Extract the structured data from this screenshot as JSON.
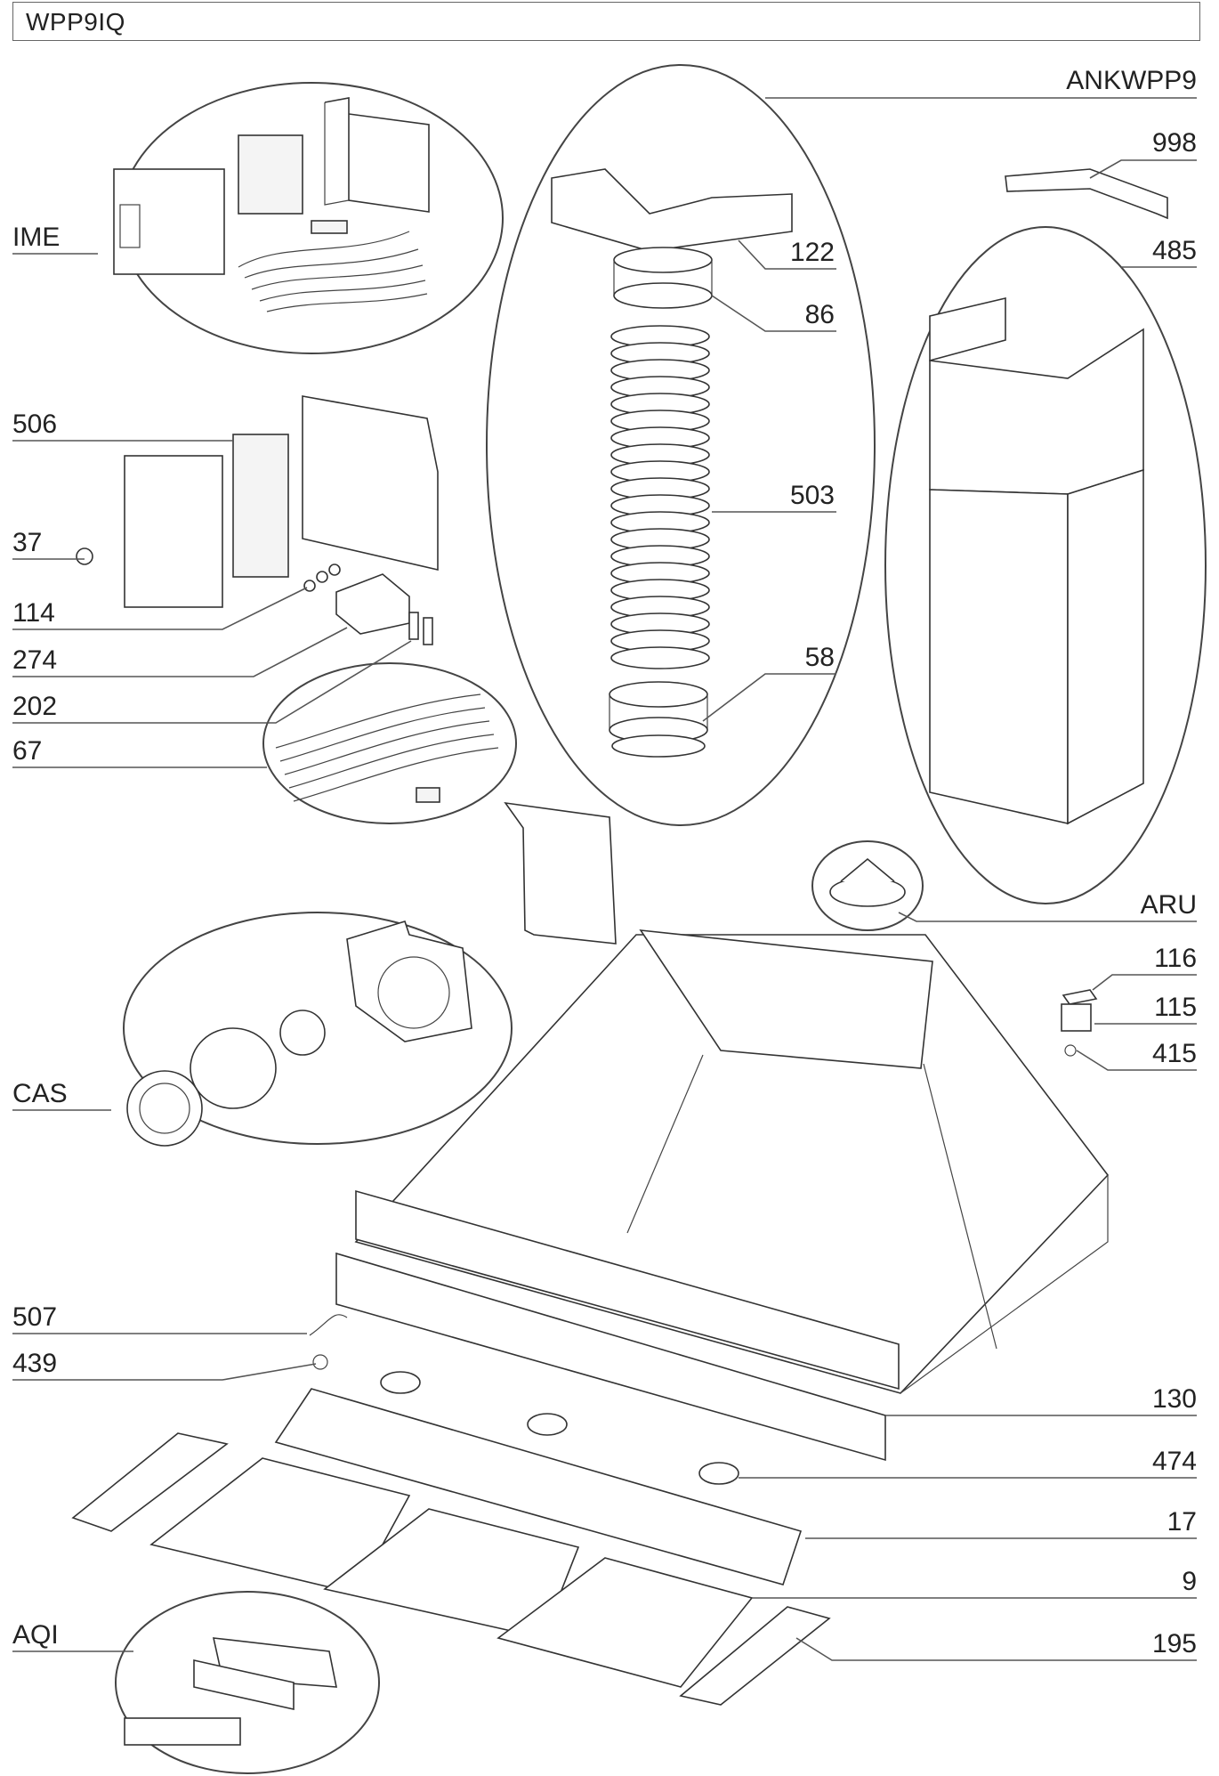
{
  "title": "WPP9IQ",
  "labels": {
    "ANKWPP9": "ANKWPP9",
    "998": "998",
    "IME": "IME",
    "122": "122",
    "485": "485",
    "86": "86",
    "506": "506",
    "503": "503",
    "37": "37",
    "114": "114",
    "274": "274",
    "58": "58",
    "202": "202",
    "67": "67",
    "ARU": "ARU",
    "116": "116",
    "115": "115",
    "415": "415",
    "CAS": "CAS",
    "507": "507",
    "439": "439",
    "130": "130",
    "474": "474",
    "17": "17",
    "9": "9",
    "AQI": "AQI",
    "195": "195"
  }
}
